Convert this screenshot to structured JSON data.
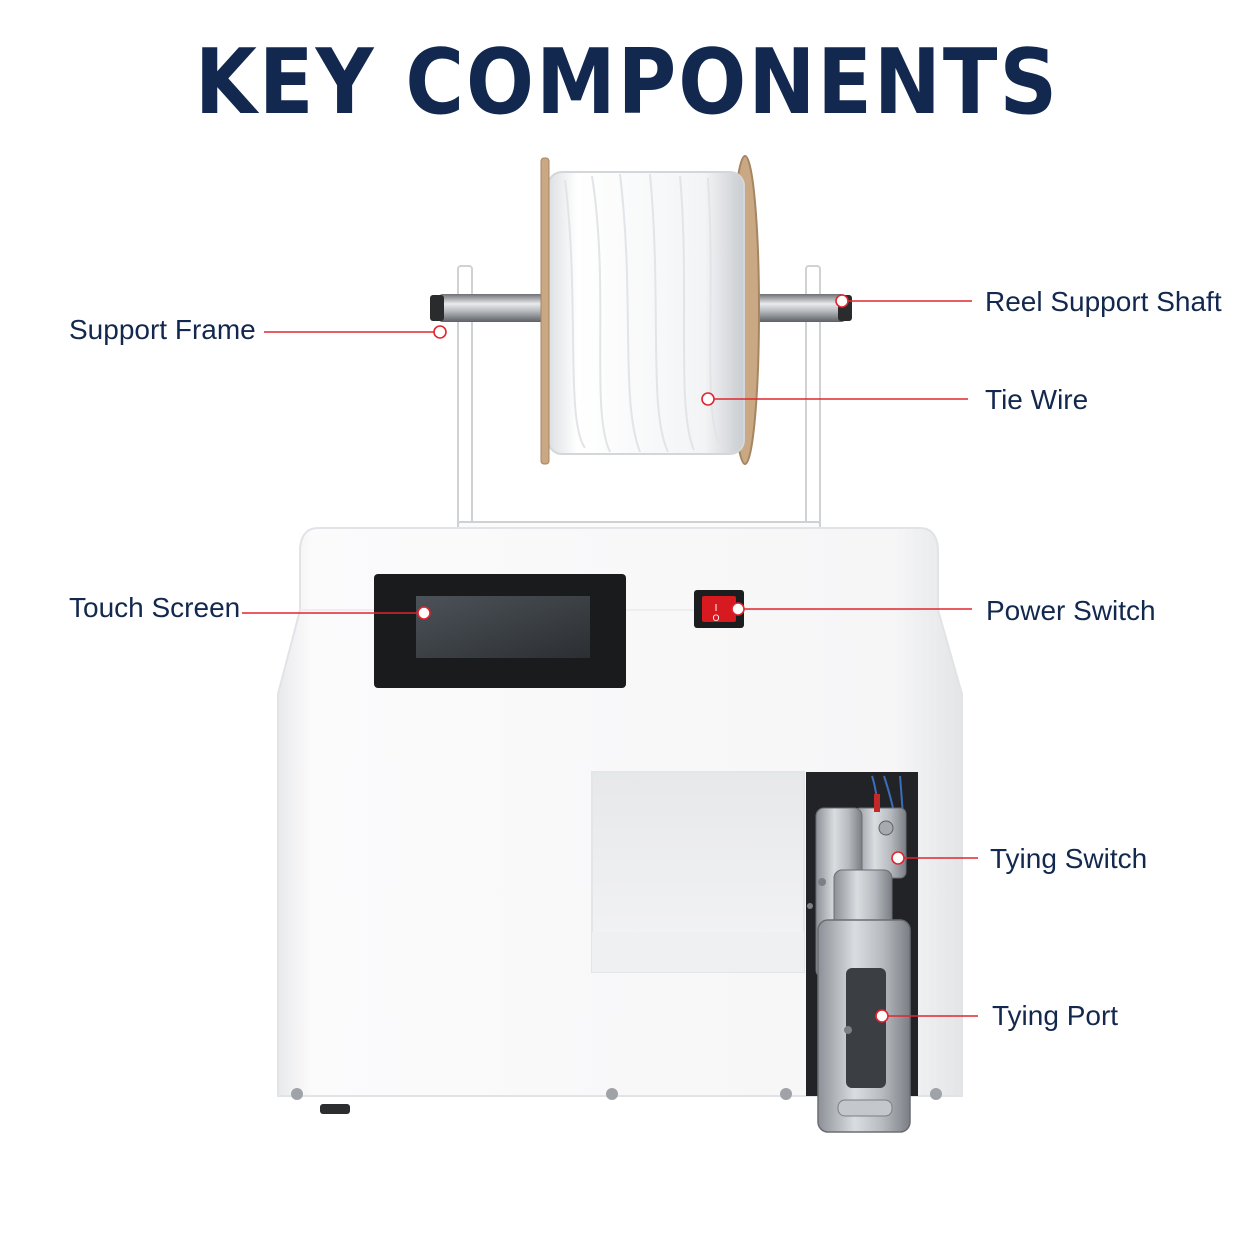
{
  "title": "KEY COMPONENTS",
  "colors": {
    "title": "#13284f",
    "label": "#13284f",
    "leader_line": "#e0262f",
    "machine_body": "#f7f7f8",
    "screen_bezel": "#1a1b1d",
    "screen_glass": "#3a3f44",
    "power_switch": "#d71920"
  },
  "labels": {
    "support_frame": "Support Frame",
    "reel_support_shaft": "Reel Support Shaft",
    "tie_wire": "Tie Wire",
    "touch_screen": "Touch Screen",
    "power_switch": "Power Switch",
    "tying_switch": "Tying Switch",
    "tying_port": "Tying Port"
  },
  "power_switch_marks": {
    "on": "I",
    "off": "O"
  }
}
